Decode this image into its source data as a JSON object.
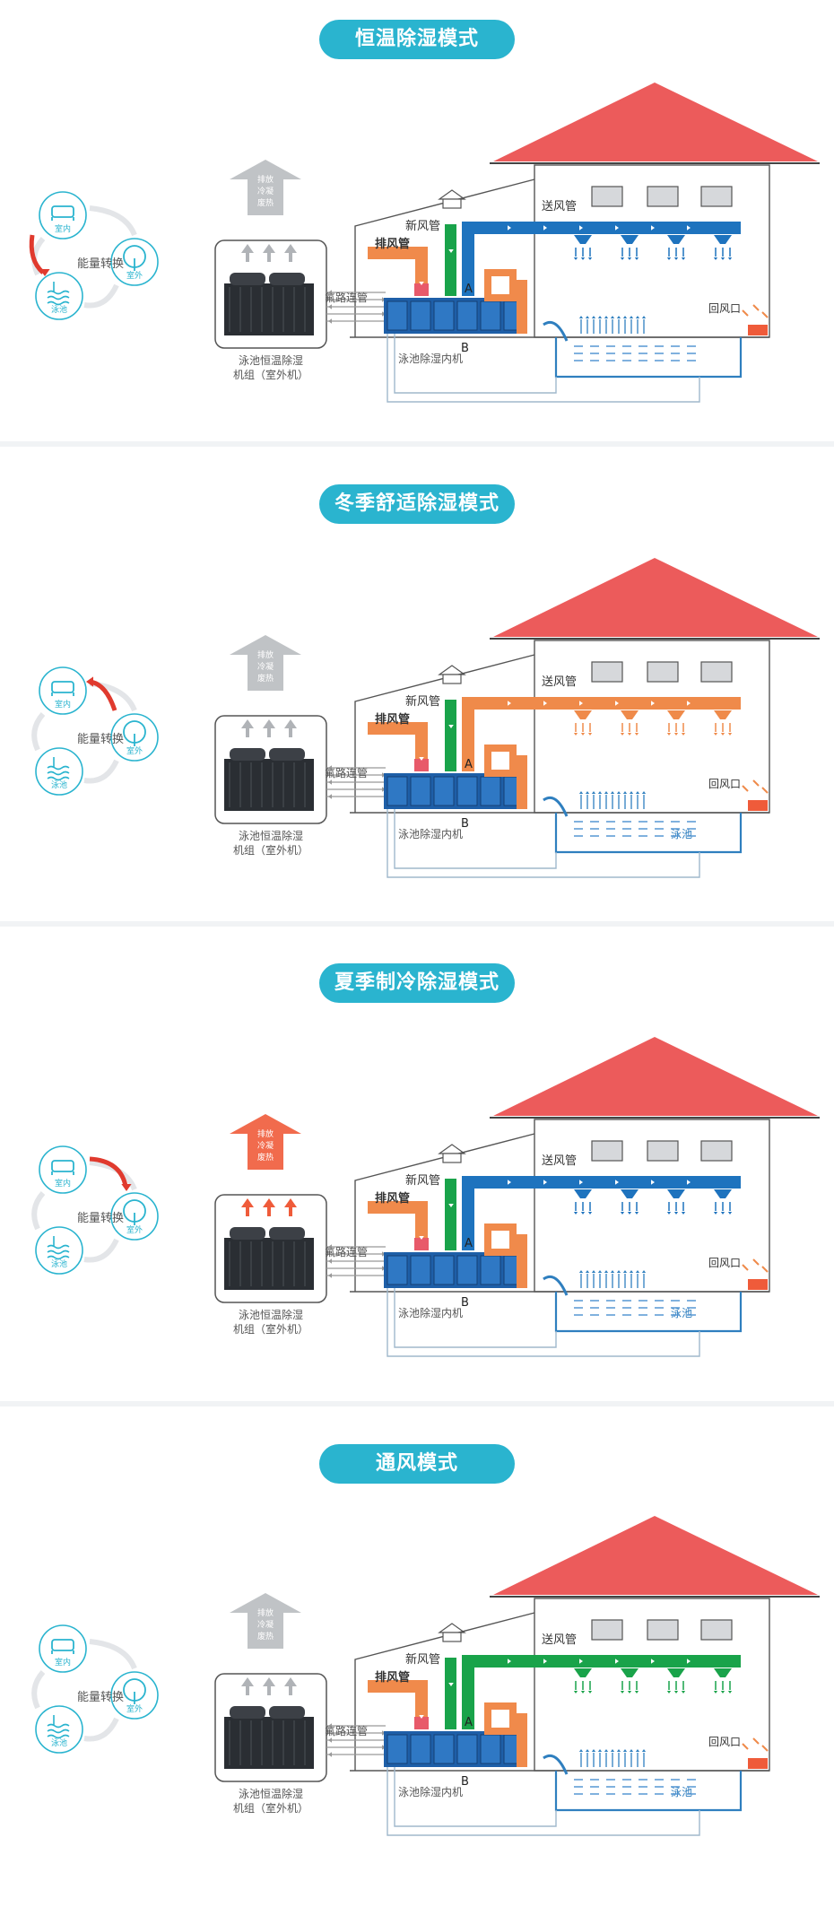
{
  "labels": {
    "fresh_air": "新风管",
    "exhaust": "排风管",
    "supply": "送风管",
    "return_air": "回风口",
    "refrigerant": "氟路连管",
    "unit_outdoor_1": "泳池恒温除湿",
    "unit_outdoor_2": "机组（室外机）",
    "unit_indoor": "泳池除湿内机",
    "energy": "能量转换",
    "indoor": "室内",
    "outdoor": "室外",
    "pool_icon": "泳池",
    "pool": "泳池",
    "vent_1": "排放",
    "vent_2": "冷凝",
    "vent_3": "废热",
    "point_a": "A",
    "point_b": "B"
  },
  "modes": [
    {
      "title": "恒温除湿模式",
      "supply_color": "#1e73be",
      "vent_color": "#b9bcc0",
      "cycle": "pool-to-indoor",
      "show_pool_label": false
    },
    {
      "title": "冬季舒适除湿模式",
      "supply_color": "#ef8a4a",
      "vent_color": "#b9bcc0",
      "cycle": "pool-to-indoor-up",
      "show_pool_label": true
    },
    {
      "title": "夏季制冷除湿模式",
      "supply_color": "#1e73be",
      "vent_color": "#ef5b3a",
      "cycle": "indoor-to-outdoor",
      "show_pool_label": true
    },
    {
      "title": "通风模式",
      "supply_color": "#19a34a",
      "vent_color": "#b9bcc0",
      "cycle": "none",
      "show_pool_label": true
    }
  ]
}
